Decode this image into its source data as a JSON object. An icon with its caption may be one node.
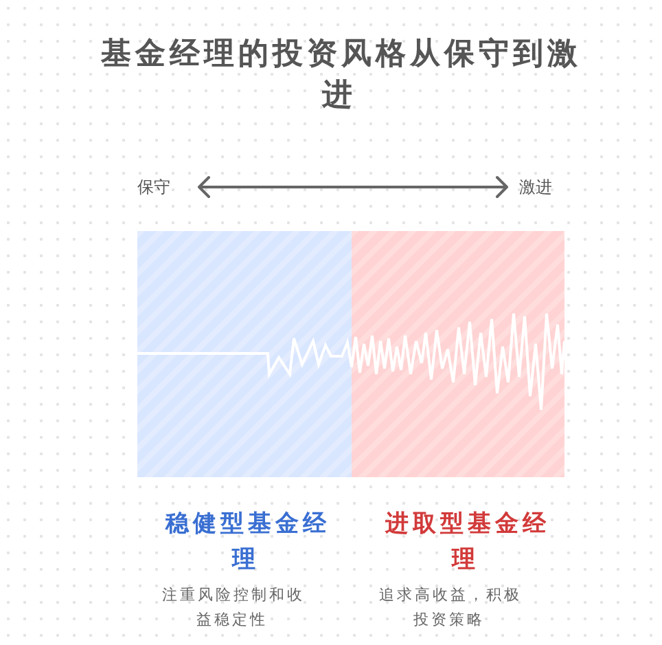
{
  "diagram": {
    "title": "基金经理的投资风格从保守到激进",
    "labels": [
      "保守",
      "激进",
      "稳健型基金经理",
      "注重风险控制和收益稳定性",
      "进取型基金经理",
      "追求高收益，积极投资策略"
    ]
  }
}
